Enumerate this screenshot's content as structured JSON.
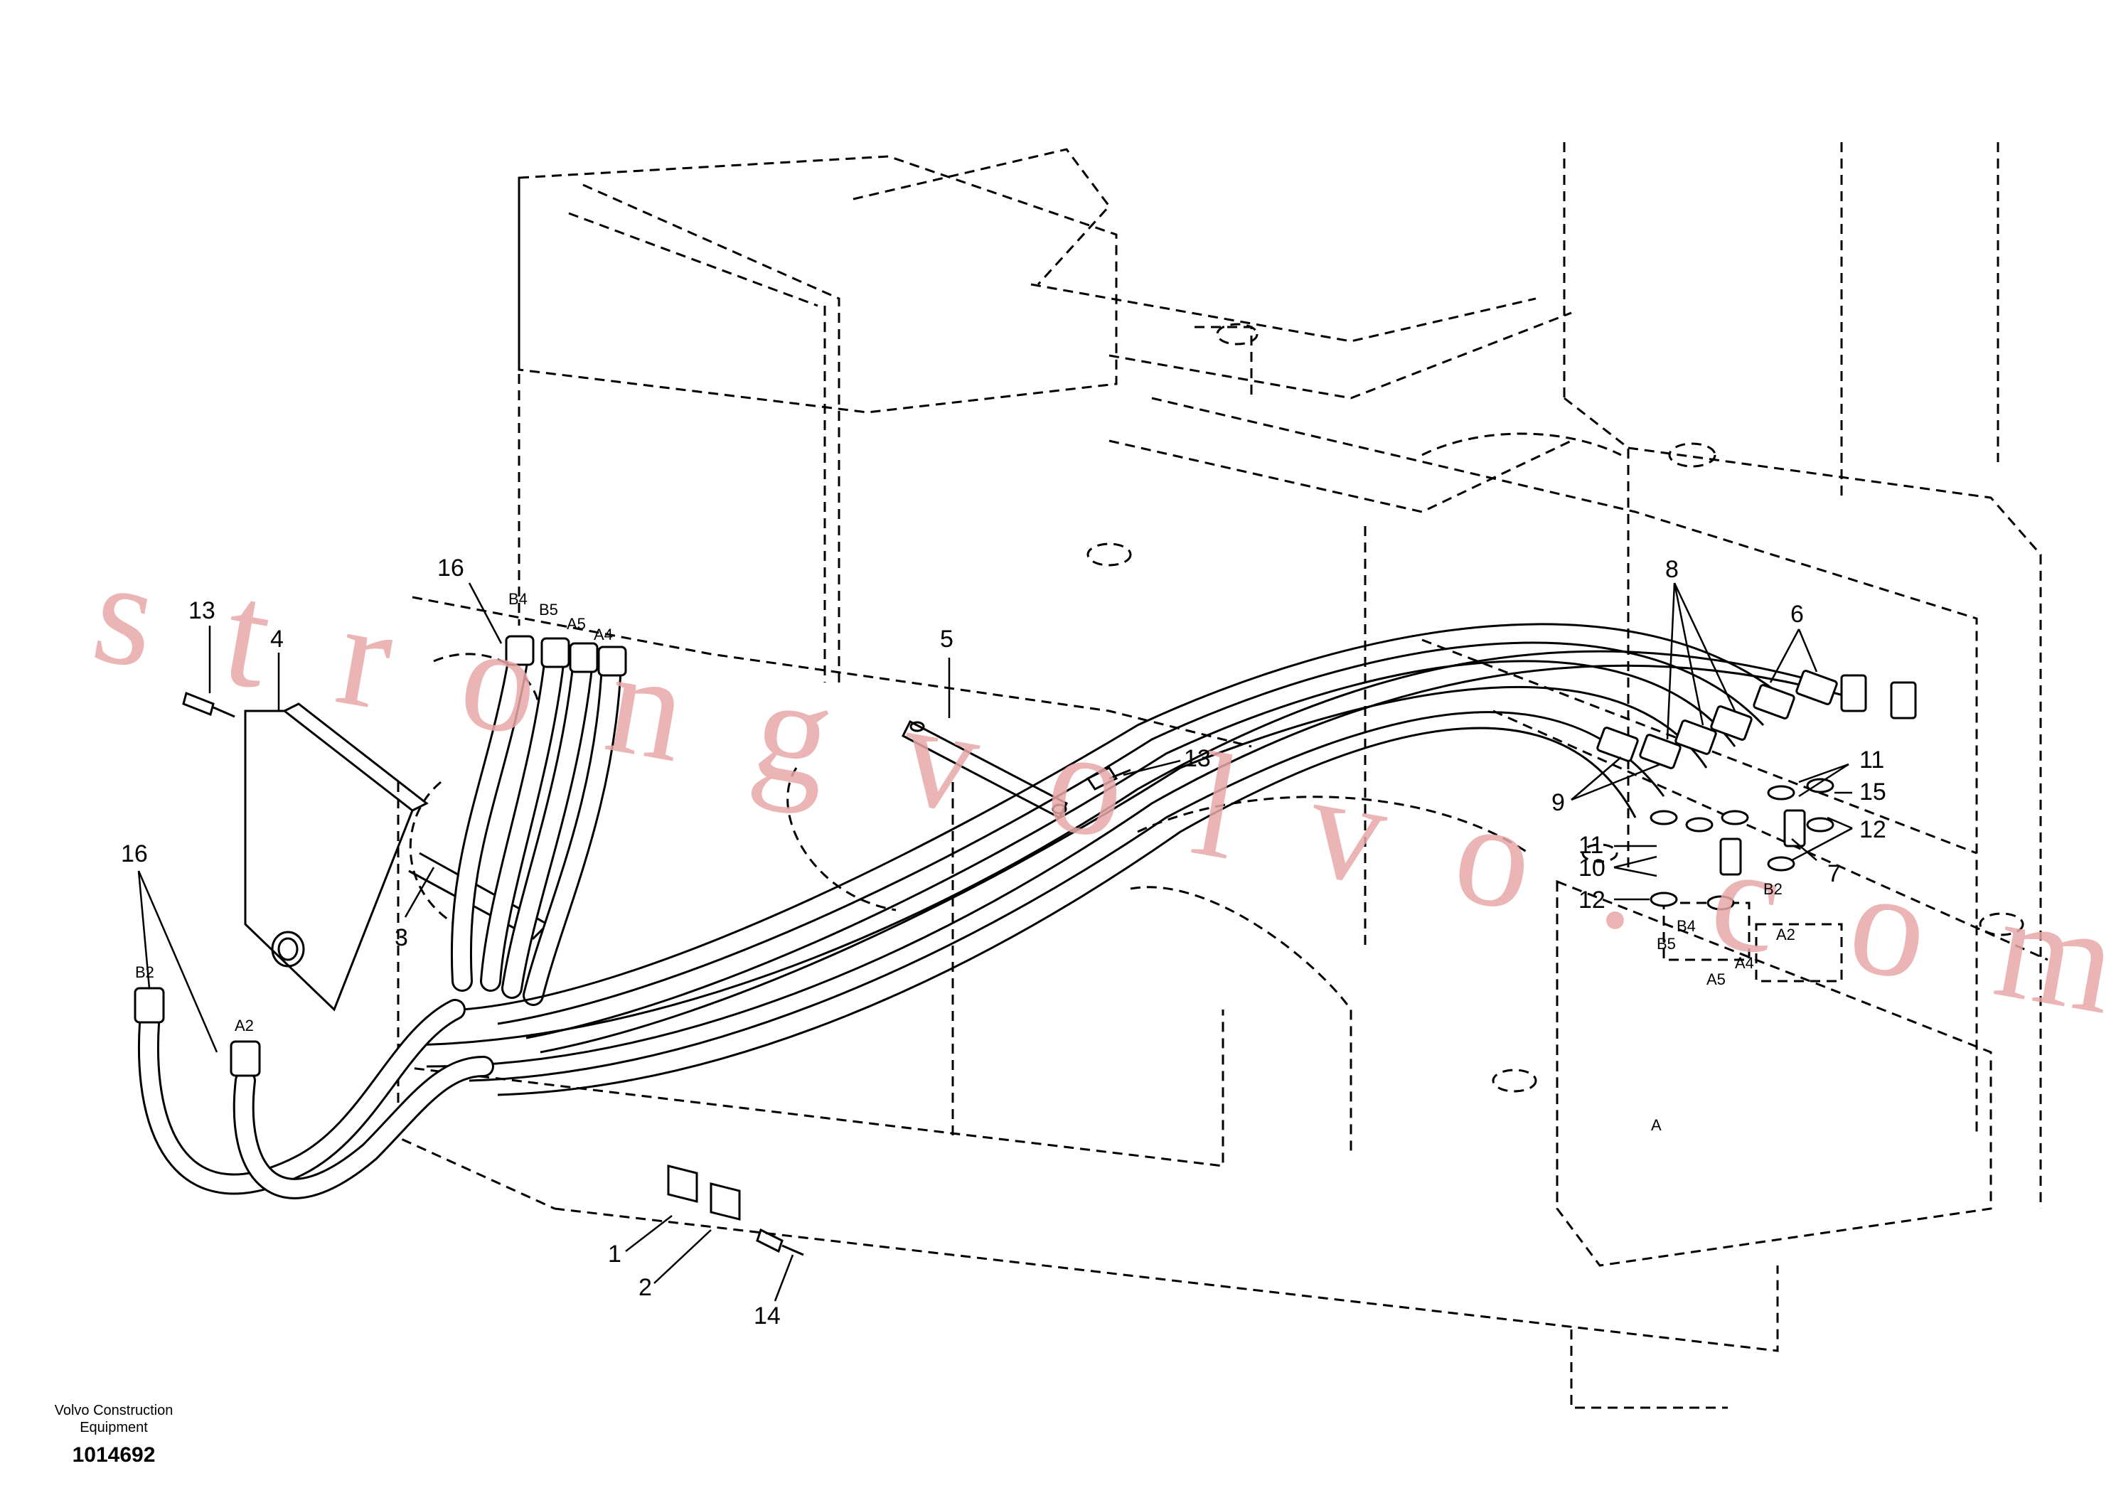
{
  "labels": {
    "l1": "1",
    "l2": "2",
    "l3": "3",
    "l4": "4",
    "l5": "5",
    "l6": "6",
    "l7": "7",
    "l8": "8",
    "l9": "9",
    "l10": "10",
    "l11a": "11",
    "l11b": "11",
    "l12a": "12",
    "l12b": "12",
    "l13a": "13",
    "l13b": "13",
    "l14": "14",
    "l15": "15",
    "l16a": "16",
    "l16b": "16"
  },
  "ports": {
    "b4_top": "B4",
    "b5_top": "B5",
    "a5_top": "A5",
    "a4_top": "A4",
    "b2_left": "B2",
    "a2_left": "A2",
    "b2_valve": "B2",
    "b4_valve": "B4",
    "b5_valve": "B5",
    "a5_valve": "A5",
    "a4_valve": "A4",
    "a2_valve": "A2",
    "a_valve": "A"
  },
  "watermark": "strongvolvo.com",
  "footer": {
    "company_line1": "Volvo Construction",
    "company_line2": "Equipment",
    "drawing_number": "1014692"
  }
}
